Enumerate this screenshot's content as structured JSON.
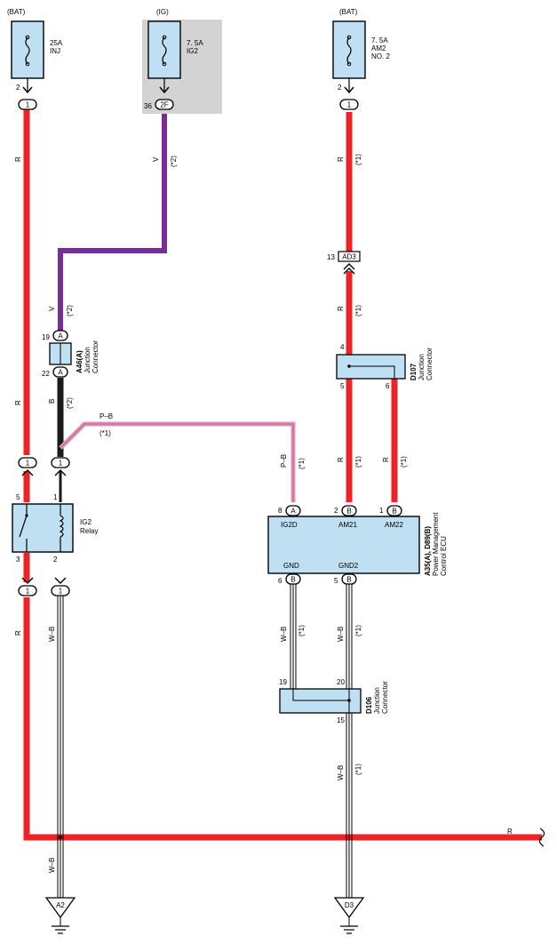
{
  "fuses": {
    "inj": {
      "source": "(BAT)",
      "rating": "25A",
      "name": "INJ",
      "pin": "2",
      "conn": "1"
    },
    "ig2": {
      "source": "(IG)",
      "rating": "7. 5A",
      "name": "IG2",
      "pin": "36",
      "conn": "2F"
    },
    "am2": {
      "source": "(BAT)",
      "rating": "7. 5A",
      "name1": "AM2",
      "name2": "NO. 2",
      "pin": "2",
      "conn": "1"
    }
  },
  "wires": {
    "r": "R",
    "v": "V",
    "b": "B",
    "pb": "P–B",
    "wb": "W–B",
    "note1": "(*1)",
    "note2": "(*2)"
  },
  "connectors": {
    "ad3": {
      "pin": "13",
      "label": "AD3"
    },
    "a46": {
      "id": "A46(A)",
      "line1": "Junction",
      "line2": "Connector",
      "pin_top": "19",
      "pin_bottom": "22",
      "letter": "A"
    },
    "d107": {
      "id": "D107",
      "line1": "Junction",
      "line2": "Connector",
      "pin4": "4",
      "pin5": "5",
      "pin6": "6"
    },
    "d106": {
      "id": "D106",
      "line1": "Junction",
      "line2": "Connector",
      "pin19": "19",
      "pin20": "20",
      "pin15": "15"
    },
    "inline_one": "1"
  },
  "relay": {
    "name1": "IG2",
    "name2": "Relay",
    "pin1": "1",
    "pin2": "2",
    "pin3": "3",
    "pin5": "5"
  },
  "ecu": {
    "id": "A35(A), D89(B)",
    "line1": "Power Management",
    "line2": "Control ECU",
    "pins": {
      "ig2d": {
        "label": "IG2D",
        "num": "8",
        "letter": "A"
      },
      "am21": {
        "label": "AM21",
        "num": "2",
        "letter": "B"
      },
      "am22": {
        "label": "AM22",
        "num": "1",
        "letter": "B"
      },
      "gnd": {
        "label": "GND",
        "num": "6",
        "letter": "B"
      },
      "gnd2": {
        "label": "GND2",
        "num": "5",
        "letter": "B"
      }
    }
  },
  "grounds": {
    "a2": "A2",
    "d3": "D3"
  },
  "colors": {
    "red": "#ee2328",
    "purple": "#7a2c96",
    "black": "#1a1a1a",
    "pink": "#e890b8",
    "box_fill": "#bfdff2",
    "ig_shade": "#d3d3d3"
  }
}
